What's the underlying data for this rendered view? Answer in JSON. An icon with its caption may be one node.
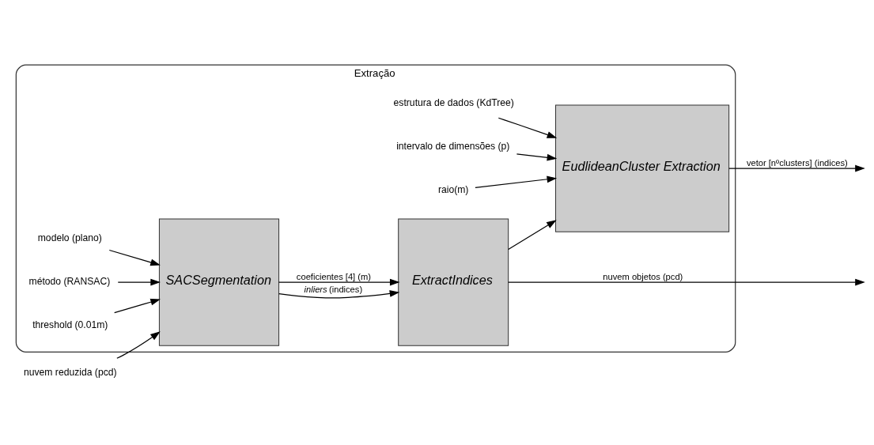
{
  "diagram": {
    "nodes": [
      {
        "text": [
          "Extração"
        ]
      },
      {
        "text": [
          "nuvem reduzida (pcd)"
        ]
      },
      {
        "text": [
          "modelo (plano)"
        ],
        "in": 0
      },
      {
        "text": [
          "método (RANSAC)"
        ],
        "in": 0
      },
      {
        "text": [
          "threshold (0.01m)"
        ],
        "in": 0
      },
      {
        "text": [
          "SACSegmentation"
        ],
        "in": 0
      },
      {
        "text": [
          "ExtractIndices"
        ],
        "in": 0
      },
      {
        "text": [
          "estrutura de dados (KdTree)"
        ],
        "in": 0
      },
      {
        "text": [
          "intervalo de dimensões (p)"
        ],
        "in": 0
      },
      {
        "text": [
          "raio(m)"
        ],
        "in": 0
      },
      {
        "text": [
          "EudlideanCluster Extraction"
        ],
        "in": 0
      }
    ],
    "edges": [
      {
        "from": 1,
        "to": 5,
        "arrow": "to"
      },
      {
        "from": 2,
        "to": 5,
        "arrow": "to"
      },
      {
        "from": 3,
        "to": 5,
        "arrow": "to"
      },
      {
        "from": 4,
        "to": 5,
        "arrow": "to"
      },
      {
        "from": 5,
        "to": 6,
        "arrow": "to",
        "label": "*inliers* (indices)"
      },
      {
        "from": 5,
        "to": 6,
        "arrow": "to",
        "label": "coeficientes [4] (m)"
      },
      {
        "from": 6,
        "to": null,
        "arrow": "to",
        "label": "nuvem objetos (pcd)"
      },
      {
        "from": 6,
        "to": 10,
        "arrow": "to"
      },
      {
        "from": 7,
        "to": 10,
        "arrow": "to"
      },
      {
        "from": 8,
        "to": 10,
        "arrow": "to"
      },
      {
        "from": 9,
        "to": 10,
        "arrow": "to"
      },
      {
        "from": 10,
        "to": null,
        "arrow": "to",
        "label": "vetor [nºclusters] (indices)"
      }
    ]
  }
}
